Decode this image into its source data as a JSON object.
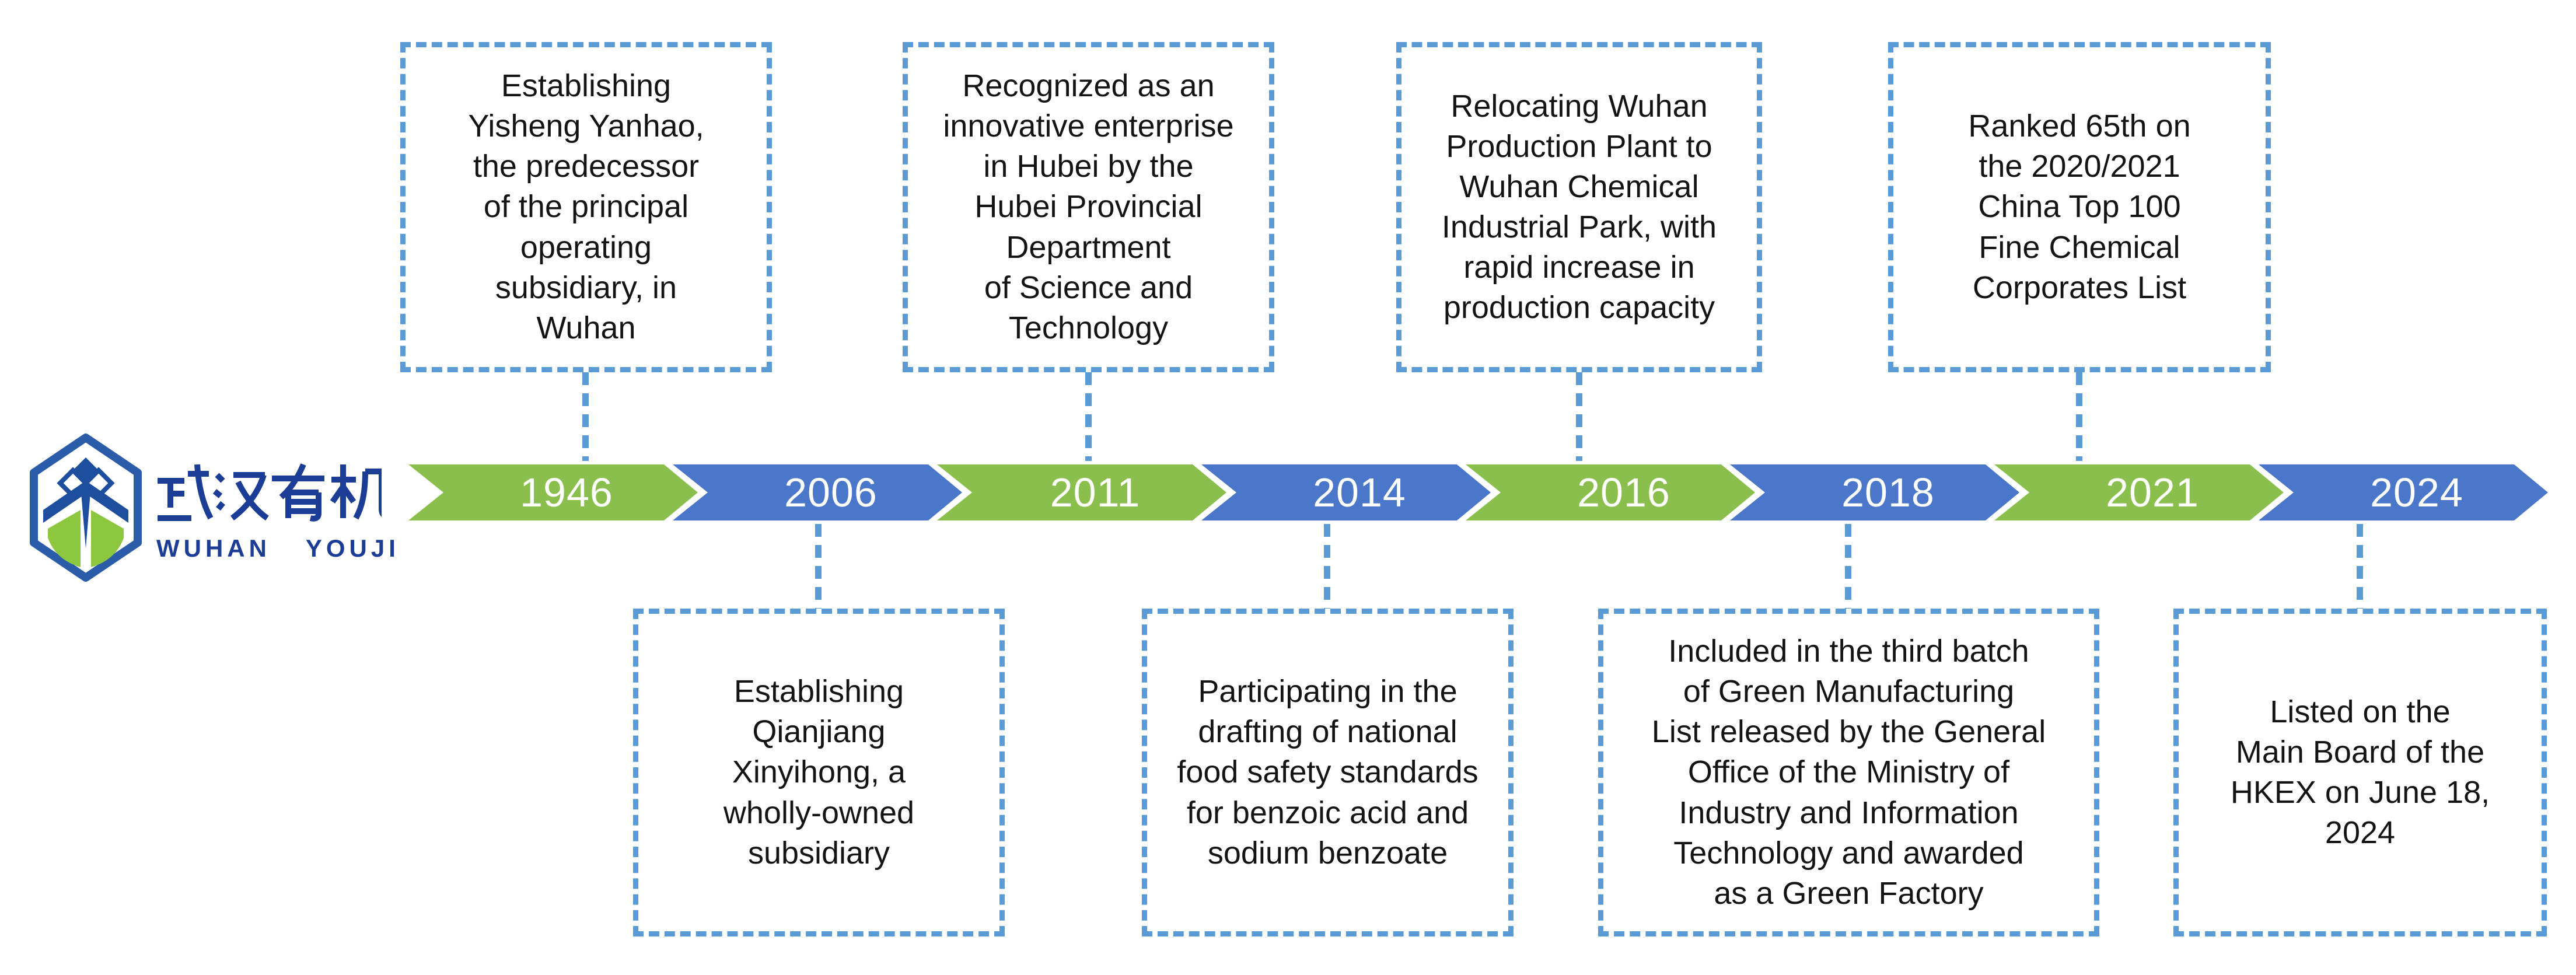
{
  "page": {
    "type": "corporate-history-timeline",
    "background_color": "#ffffff"
  },
  "logo": {
    "brand_cn": "武汉有机",
    "brand_en": "WUHAN YOUJI",
    "hexagon_outline_color": "#2a5caa",
    "mark_blue": "#1e4f9e",
    "mark_green": "#8dc63f",
    "text_color": "#1c3d96"
  },
  "timeline": {
    "band_green": "#8bbf4d",
    "band_blue": "#4a77c9",
    "connector_color": "#5b9bd5",
    "box_border_color": "#5b9bd5",
    "items": [
      {
        "year": "1946",
        "color": "green",
        "side": "top",
        "milestone": "Establishing\nYisheng Yanhao,\nthe predecessor\nof the principal\noperating\nsubsidiary, in\nWuhan"
      },
      {
        "year": "2006",
        "color": "blue",
        "side": "bottom",
        "milestone": "Establishing\nQianjiang\nXinyihong, a\nwholly-owned\nsubsidiary"
      },
      {
        "year": "2011",
        "color": "green",
        "side": "top",
        "milestone": "Recognized as an\ninnovative enterprise\nin Hubei by the\nHubei Provincial\nDepartment\nof Science and\nTechnology"
      },
      {
        "year": "2014",
        "color": "blue",
        "side": "bottom",
        "milestone": "Participating in the\ndrafting of national\nfood safety standards\nfor benzoic acid and\nsodium benzoate"
      },
      {
        "year": "2016",
        "color": "green",
        "side": "top",
        "milestone": "Relocating Wuhan\nProduction Plant to\nWuhan Chemical\nIndustrial Park, with\nrapid increase in\nproduction capacity"
      },
      {
        "year": "2018",
        "color": "blue",
        "side": "bottom",
        "milestone": "Included in the third batch\nof Green Manufacturing\nList released by the General\nOffice of the Ministry of\nIndustry and Information\nTechnology and awarded\nas a Green Factory"
      },
      {
        "year": "2021",
        "color": "green",
        "side": "top",
        "milestone": "Ranked 65th on\nthe 2020/2021\nChina Top 100\nFine Chemical\nCorporates List"
      },
      {
        "year": "2024",
        "color": "blue",
        "side": "bottom",
        "milestone": "Listed on the\nMain Board of the\nHKEX on June 18,\n2024"
      }
    ]
  }
}
